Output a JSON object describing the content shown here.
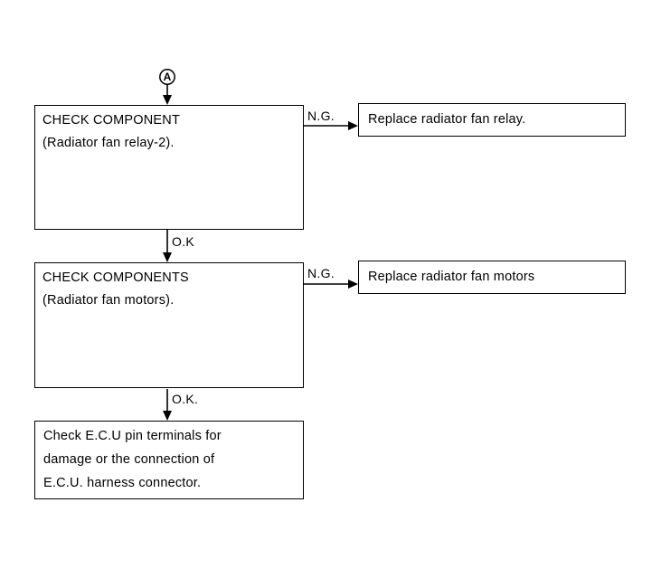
{
  "connector": {
    "letter": "A"
  },
  "step1": {
    "lines": [
      "CHECK COMPONENT",
      "(Radiator fan relay-2)."
    ],
    "ng_label": "N.G.",
    "ng_action": "Replace radiator fan relay.",
    "ok_label": "O.K"
  },
  "step2": {
    "lines": [
      "CHECK COMPONENTS",
      "(Radiator fan motors)."
    ],
    "ng_label": "N.G.",
    "ng_action": "Replace radiator fan motors",
    "ok_label": "O.K."
  },
  "step3": {
    "lines": [
      "Check E.C.U  pin terminals for",
      "damage or the connection of",
      "E.C.U. harness connector."
    ]
  }
}
